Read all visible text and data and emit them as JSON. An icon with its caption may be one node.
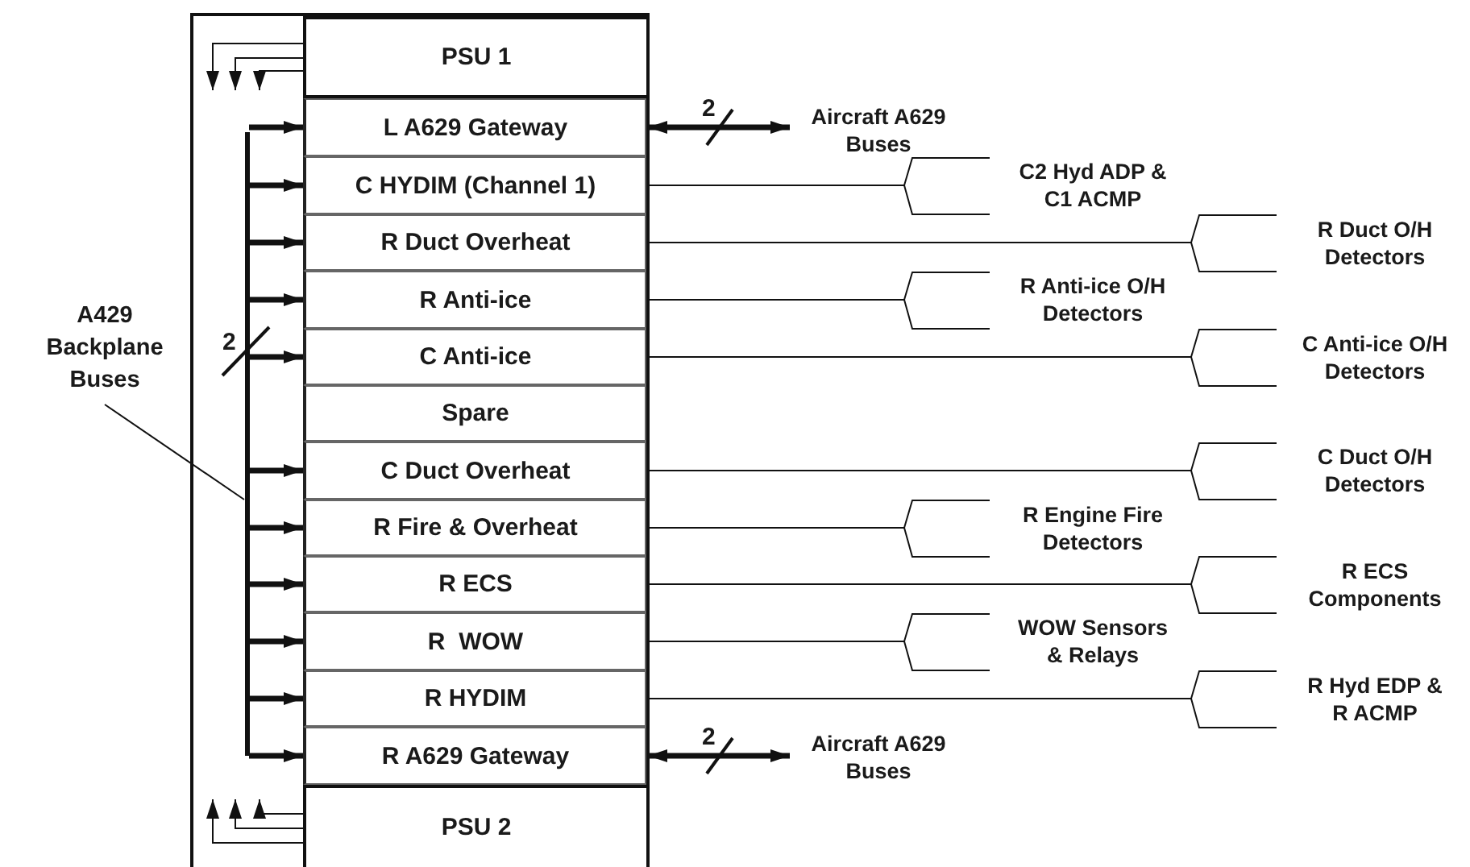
{
  "diagram": {
    "nodes": [
      {
        "text": [],
        "shape": "box"
      },
      {
        "text": [
          "PSU 1"
        ],
        "in": 0
      },
      {
        "text": [
          "L A629 Gateway"
        ],
        "in": 0
      },
      {
        "text": [
          "C HYDIM (Channel 1)"
        ],
        "in": 0
      },
      {
        "text": [
          "R Duct Overheat"
        ],
        "in": 0
      },
      {
        "text": [
          "R Anti-ice"
        ],
        "in": 0
      },
      {
        "text": [
          "C Anti-ice"
        ],
        "in": 0
      },
      {
        "text": [
          "Spare"
        ],
        "in": 0
      },
      {
        "text": [
          "C Duct Overheat"
        ],
        "in": 0
      },
      {
        "text": [
          "R Fire & Overheat"
        ],
        "in": 0
      },
      {
        "text": [
          "R ECS"
        ],
        "in": 0
      },
      {
        "text": [
          "R  WOW"
        ],
        "in": 0
      },
      {
        "text": [
          "R HYDIM"
        ],
        "in": 0
      },
      {
        "text": [
          "R A629 Gateway"
        ],
        "in": 0
      },
      {
        "text": [
          "PSU 2"
        ],
        "in": 0
      },
      {
        "text": [],
        "shape": "bar",
        "in": 0
      },
      {
        "text": [
          "A429 Backplane Buses"
        ]
      },
      {
        "text": [
          "Aircraft A629 Buses"
        ]
      },
      {
        "text": [
          "C2 Hyd ADP & C1 ACMP"
        ]
      },
      {
        "text": [
          "R Duct O/H Detectors"
        ]
      },
      {
        "text": [
          "R Anti-ice O/H Detectors"
        ]
      },
      {
        "text": [
          "C Anti-ice O/H Detectors"
        ]
      },
      {
        "text": [
          "C Duct O/H Detectors"
        ]
      },
      {
        "text": [
          "R Engine Fire Detectors"
        ]
      },
      {
        "text": [
          "R ECS Components"
        ]
      },
      {
        "text": [
          "WOW Sensors & Relays"
        ]
      },
      {
        "text": [
          "R Hyd EDP & R ACMP"
        ]
      },
      {
        "text": [
          "Aircraft A629 Buses"
        ]
      }
    ],
    "edges": [
      {
        "from": 1,
        "to": null,
        "arrow": "to"
      },
      {
        "from": 1,
        "to": null,
        "arrow": "to"
      },
      {
        "from": 1,
        "to": null,
        "arrow": "to"
      },
      {
        "from": 14,
        "to": null,
        "arrow": "to"
      },
      {
        "from": 14,
        "to": null,
        "arrow": "to"
      },
      {
        "from": 14,
        "to": null,
        "arrow": "to"
      },
      {
        "from": 15,
        "to": 2,
        "arrow": "to",
        "style": "thick"
      },
      {
        "from": 15,
        "to": 3,
        "arrow": "to",
        "style": "thick"
      },
      {
        "from": 15,
        "to": 4,
        "arrow": "to",
        "style": "thick"
      },
      {
        "from": 15,
        "to": 5,
        "arrow": "to",
        "style": "thick"
      },
      {
        "from": 15,
        "to": 6,
        "arrow": "to",
        "style": "thick"
      },
      {
        "from": 15,
        "to": 8,
        "arrow": "to",
        "style": "thick"
      },
      {
        "from": 15,
        "to": 9,
        "arrow": "to",
        "style": "thick"
      },
      {
        "from": 15,
        "to": 10,
        "arrow": "to",
        "style": "thick"
      },
      {
        "from": 15,
        "to": 11,
        "arrow": "to",
        "style": "thick"
      },
      {
        "from": 15,
        "to": 12,
        "arrow": "to",
        "style": "thick"
      },
      {
        "from": 15,
        "to": 13,
        "arrow": "to",
        "style": "thick"
      },
      {
        "from": 16,
        "to": 15,
        "arrow": "none"
      },
      {
        "from": 2,
        "to": 17,
        "arrow": "both",
        "label": "2",
        "style": "thick"
      },
      {
        "from": 3,
        "to": 18,
        "arrow": "none"
      },
      {
        "from": 4,
        "to": 19,
        "arrow": "none"
      },
      {
        "from": 5,
        "to": 20,
        "arrow": "none"
      },
      {
        "from": 6,
        "to": 21,
        "arrow": "none"
      },
      {
        "from": 8,
        "to": 22,
        "arrow": "none"
      },
      {
        "from": 9,
        "to": 23,
        "arrow": "none"
      },
      {
        "from": 10,
        "to": 24,
        "arrow": "none"
      },
      {
        "from": 11,
        "to": 25,
        "arrow": "none"
      },
      {
        "from": 12,
        "to": 26,
        "arrow": "none"
      },
      {
        "from": 13,
        "to": 27,
        "arrow": "both",
        "label": "2",
        "style": "thick"
      }
    ],
    "labels": [
      "2"
    ]
  }
}
